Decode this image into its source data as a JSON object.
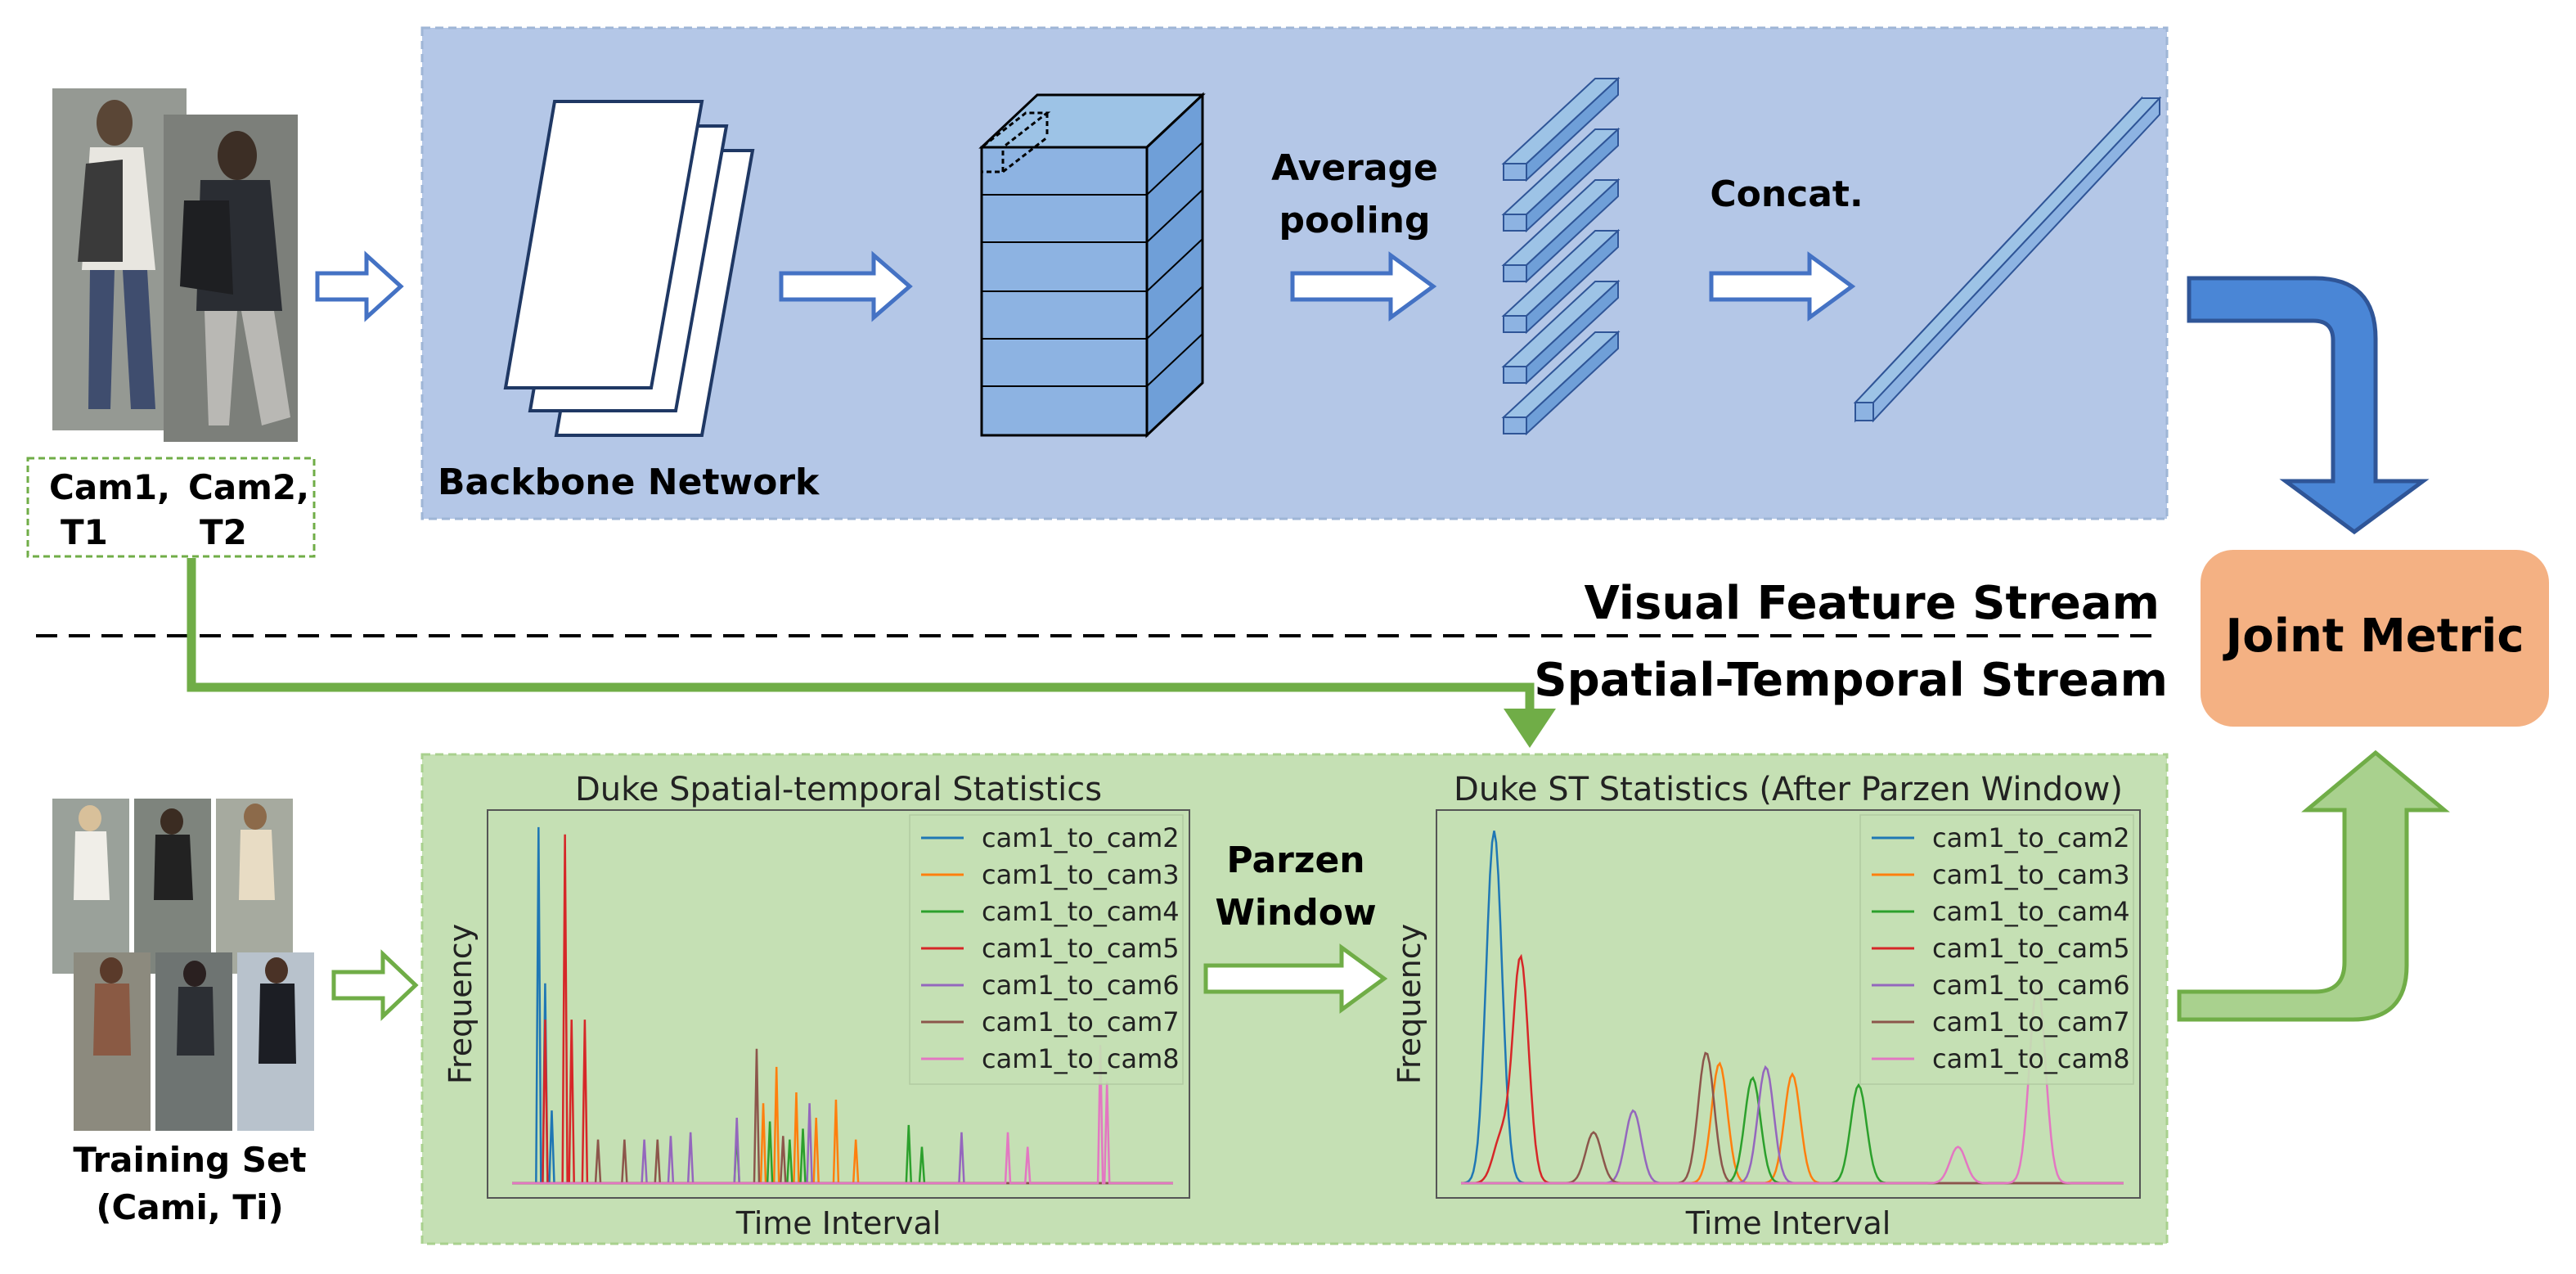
{
  "input_pair": {
    "cam1_label": "Cam1,",
    "t1_label": "T1",
    "cam2_label": "Cam2,",
    "t2_label": "T2"
  },
  "visual_stream": {
    "backbone_label": "Backbone Network",
    "pooling_line1": "Average",
    "pooling_line2": "pooling",
    "concat_label": "Concat.",
    "box_color": "#b4c7e7",
    "shape_color": "#8db3e2"
  },
  "stream_labels": {
    "visual": "Visual Feature Stream",
    "spatial_temporal": "Spatial-Temporal Stream"
  },
  "joint_metric": {
    "label": "Joint Metric",
    "color": "#f4b183"
  },
  "spatial_stream": {
    "box_color": "#c5e0b4",
    "arrow_color": "#70ad47",
    "parzen_line1": "Parzen",
    "parzen_line2": "Window",
    "training_line1": "Training Set",
    "training_line2": "(Cami, Ti)"
  },
  "chart_data": [
    {
      "type": "line",
      "title": "Duke Spatial-temporal Statistics",
      "xlabel": "Time Interval",
      "ylabel": "Frequency",
      "legend_position": "top-right",
      "series": [
        {
          "name": "cam1_to_cam2",
          "color": "#1f77b4",
          "peaks": [
            [
              0.04,
              0.98
            ],
            [
              0.05,
              0.55
            ],
            [
              0.06,
              0.2
            ]
          ]
        },
        {
          "name": "cam1_to_cam3",
          "color": "#ff7f0e",
          "peaks": [
            [
              0.38,
              0.22
            ],
            [
              0.4,
              0.32
            ],
            [
              0.43,
              0.25
            ],
            [
              0.46,
              0.18
            ],
            [
              0.49,
              0.23
            ],
            [
              0.52,
              0.12
            ]
          ]
        },
        {
          "name": "cam1_to_cam4",
          "color": "#2ca02c",
          "peaks": [
            [
              0.34,
              0.14
            ],
            [
              0.39,
              0.17
            ],
            [
              0.42,
              0.12
            ],
            [
              0.44,
              0.15
            ],
            [
              0.6,
              0.16
            ],
            [
              0.62,
              0.1
            ]
          ]
        },
        {
          "name": "cam1_to_cam5",
          "color": "#d62728",
          "peaks": [
            [
              0.05,
              0.45
            ],
            [
              0.08,
              0.96
            ],
            [
              0.09,
              0.45
            ],
            [
              0.11,
              0.45
            ]
          ]
        },
        {
          "name": "cam1_to_cam6",
          "color": "#9467bd",
          "peaks": [
            [
              0.2,
              0.12
            ],
            [
              0.24,
              0.13
            ],
            [
              0.27,
              0.14
            ],
            [
              0.34,
              0.18
            ],
            [
              0.45,
              0.22
            ],
            [
              0.68,
              0.14
            ]
          ]
        },
        {
          "name": "cam1_to_cam7",
          "color": "#8c564b",
          "peaks": [
            [
              0.13,
              0.12
            ],
            [
              0.17,
              0.12
            ],
            [
              0.22,
              0.12
            ],
            [
              0.37,
              0.37
            ],
            [
              0.41,
              0.13
            ]
          ]
        },
        {
          "name": "cam1_to_cam8",
          "color": "#e377c2",
          "peaks": [
            [
              0.75,
              0.14
            ],
            [
              0.78,
              0.1
            ],
            [
              0.89,
              0.38
            ],
            [
              0.9,
              0.28
            ]
          ]
        }
      ]
    },
    {
      "type": "line",
      "title": "Duke ST Statistics (After Parzen Window)",
      "xlabel": "Time Interval",
      "ylabel": "Frequency",
      "legend_position": "top-right",
      "series": [
        {
          "name": "cam1_to_cam2",
          "color": "#1f77b4",
          "peaks": [
            [
              0.05,
              0.97
            ]
          ]
        },
        {
          "name": "cam1_to_cam3",
          "color": "#ff7f0e",
          "peaks": [
            [
              0.39,
              0.33
            ],
            [
              0.5,
              0.3
            ]
          ]
        },
        {
          "name": "cam1_to_cam4",
          "color": "#2ca02c",
          "peaks": [
            [
              0.44,
              0.29
            ],
            [
              0.6,
              0.27
            ]
          ]
        },
        {
          "name": "cam1_to_cam5",
          "color": "#d62728",
          "peaks": [
            [
              0.09,
              0.62
            ],
            [
              0.06,
              0.12
            ]
          ]
        },
        {
          "name": "cam1_to_cam6",
          "color": "#9467bd",
          "peaks": [
            [
              0.26,
              0.2
            ],
            [
              0.46,
              0.32
            ]
          ]
        },
        {
          "name": "cam1_to_cam7",
          "color": "#8c564b",
          "peaks": [
            [
              0.2,
              0.14
            ],
            [
              0.37,
              0.36
            ]
          ]
        },
        {
          "name": "cam1_to_cam8",
          "color": "#e377c2",
          "peaks": [
            [
              0.75,
              0.1
            ],
            [
              0.87,
              0.55
            ]
          ]
        }
      ]
    }
  ]
}
